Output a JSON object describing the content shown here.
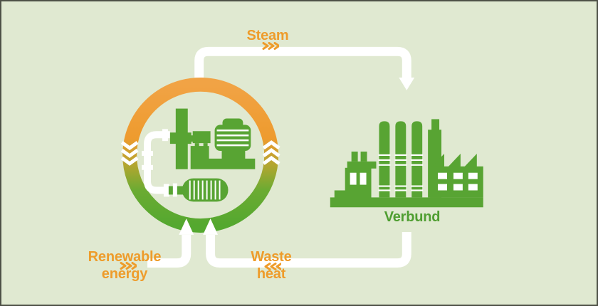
{
  "diagram": {
    "type": "circular-energy-flow-infographic",
    "palette": {
      "bg": "#E0E9D1",
      "border": "#4E5147",
      "orange": "#EE9C2B",
      "green": "#58A433",
      "verbund_green": "#4F9E31",
      "ring_orange": "#EF9D2F",
      "ring_green": "#54A82F",
      "white": "#FFFFFF"
    },
    "cycle": {
      "icon": "heat-pump-compressor-icon",
      "ring_left_flow": "down",
      "ring_right_flow": "up"
    },
    "plant": {
      "icon": "chemical-plant-icon",
      "label": "Verbund"
    },
    "flows": [
      {
        "id": "steam",
        "label": "Steam",
        "from": "heat-pump",
        "to": "plant",
        "chevron_direction": "right"
      },
      {
        "id": "renewable-energy",
        "line1": "Renewable",
        "line2": "energy",
        "to": "heat-pump",
        "chevron_direction": "right"
      },
      {
        "id": "waste-heat",
        "line1": "Waste",
        "line2": "heat",
        "from": "plant",
        "to": "heat-pump",
        "chevron_direction": "left"
      }
    ]
  }
}
